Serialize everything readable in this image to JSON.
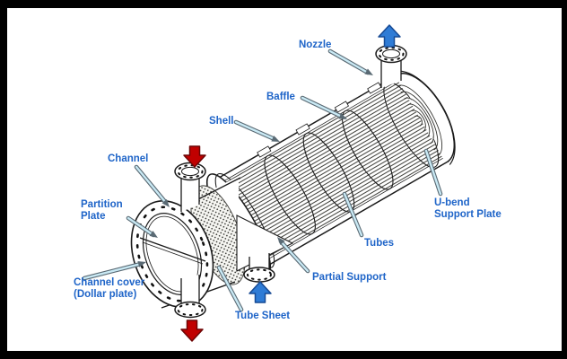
{
  "labels": {
    "nozzle": "Nozzle",
    "baffle": "Baffle",
    "shell": "Shell",
    "channel": "Channel",
    "partition_plate": "Partition\nPlate",
    "channel_cover": "Channel cover\n(Dollar plate)",
    "tube_sheet": "Tube Sheet",
    "partial_support": "Partial Support",
    "tubes": "Tubes",
    "u_bend_support_plate": "U-bend\nSupport Plate"
  },
  "colors": {
    "label_text": "#1e64c8",
    "leader_fill": "#c9e9f4",
    "leader_outline": "#5a6a74",
    "hot_flow": "#c00000",
    "hot_flow_outline": "#6d0505",
    "cold_flow": "#2f7cd6",
    "cold_flow_outline": "#174a94",
    "line_ink": "#1a1a1a",
    "frame": "#000000",
    "background": "#ffffff"
  }
}
